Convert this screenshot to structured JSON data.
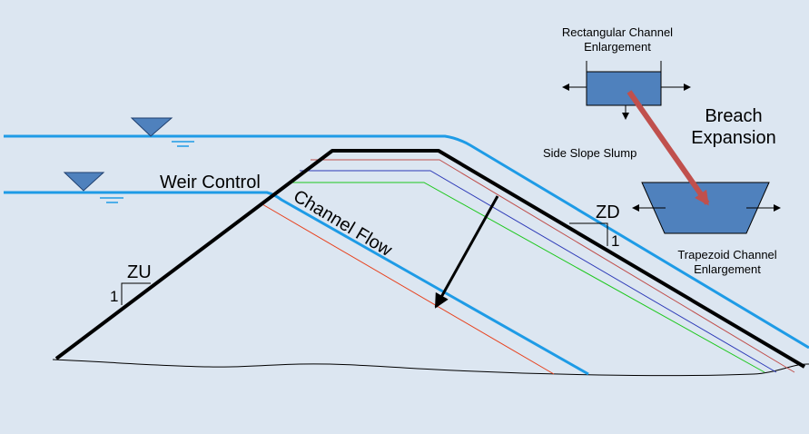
{
  "labels": {
    "weir_control": "Weir Control",
    "channel_flow": "Channel Flow",
    "zu": "ZU",
    "zu_one": "1",
    "zd": "ZD",
    "zd_one": "1",
    "breach_expansion_line1": "Breach",
    "breach_expansion_line2": "Expansion",
    "rect_line1": "Rectangular Channel",
    "rect_line2": "Enlargement",
    "trap_line1": "Trapezoid Channel",
    "trap_line2": "Enlargement",
    "side_slope_slump": "Side Slope Slump"
  },
  "colors": {
    "background": "#dce6f1",
    "water": "#1e9be6",
    "embankment": "#000000",
    "channel_fill": "#4f81bd",
    "arrow": "#c0504d",
    "erosion_lines": [
      "#c0504d",
      "#2e3bb8",
      "#1ec81e",
      "#e8401c"
    ]
  }
}
